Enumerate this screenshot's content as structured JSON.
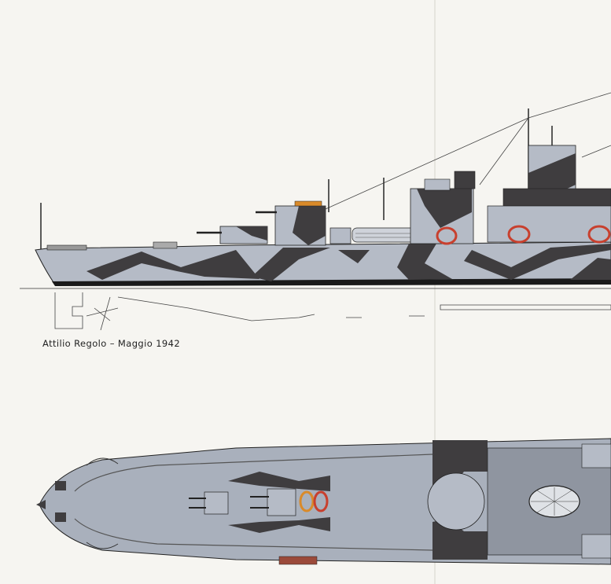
{
  "caption": "Attilio Regolo – Maggio 1942",
  "colors": {
    "paper": "#f6f5f1",
    "hull_light_grey": "#b5bbc6",
    "camouflage_dark_grey": "#3f3d3f",
    "deck_grey": "#a9b0bc",
    "boot_top_black": "#1a1a1a",
    "float_red": "#c8402e",
    "float_orange": "#d98a2a",
    "line": "#222222"
  },
  "icons": {
    "profile_view": "ship-profile-drawing",
    "plan_view": "ship-plan-drawing"
  }
}
